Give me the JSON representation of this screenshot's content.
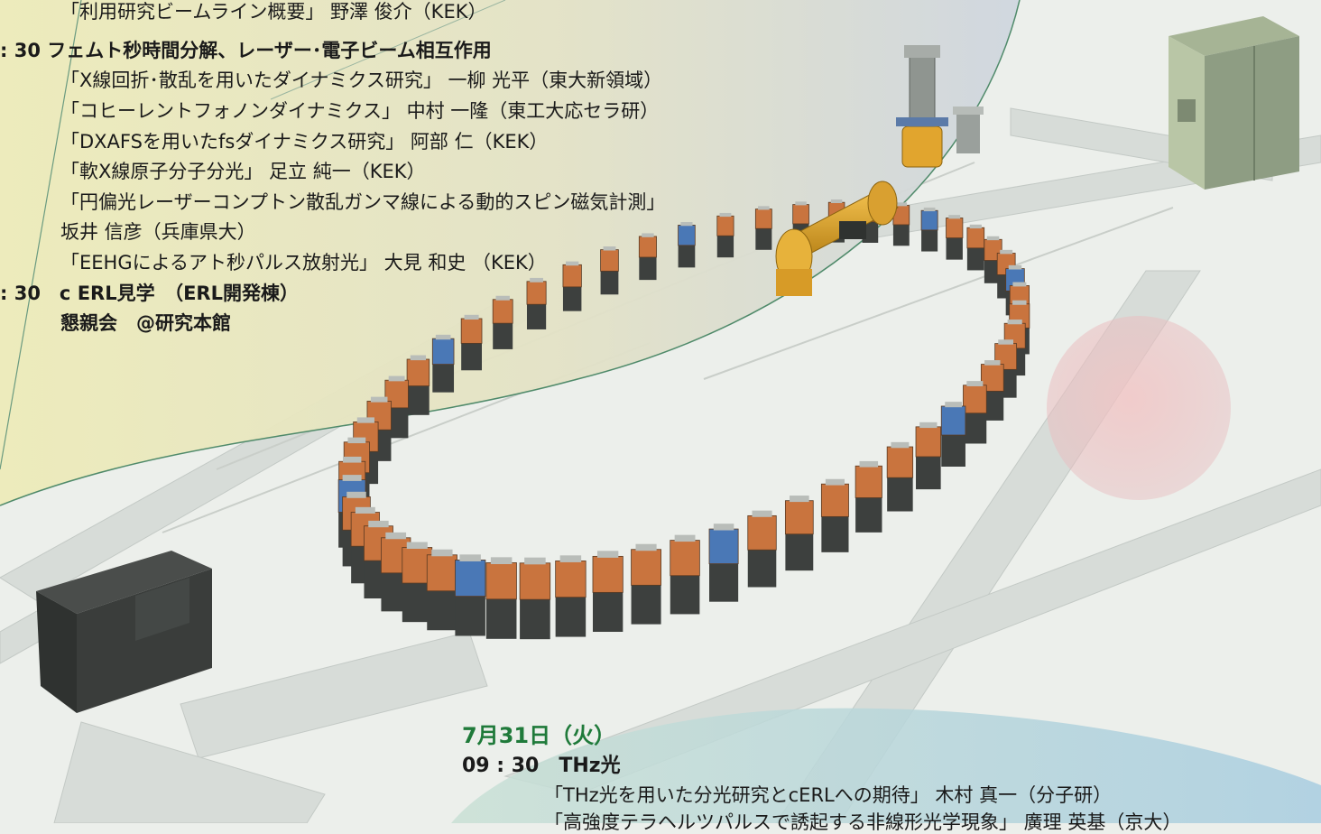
{
  "schedule_top": [
    {
      "text": "「利用研究ビームライン概要」 野澤 俊介（KEK）",
      "bold": false
    },
    {
      "text": ": 30 フェムト秒時間分解、レーザー･電子ビーム相互作用",
      "bold": true
    },
    {
      "text": "「X線回折･散乱を用いたダイナミクス研究」 一柳 光平（東大新領域）",
      "bold": false
    },
    {
      "text": "「コヒーレントフォノンダイナミクス」 中村 一隆（東工大応セラ研）",
      "bold": false
    },
    {
      "text": "「DXAFSを用いたfsダイナミクス研究」 阿部 仁（KEK）",
      "bold": false
    },
    {
      "text": "「軟X線原子分子分光」 足立 純一（KEK）",
      "bold": false
    },
    {
      "text": "「円偏光レーザーコンプトン散乱ガンマ線による動的スピン磁気計測」",
      "bold": false
    },
    {
      "text": "坂井 信彦（兵庫県大）",
      "bold": false
    },
    {
      "text": "「EEHGによるアト秒パルス放射光」 大見 和史 （KEK）",
      "bold": false
    },
    {
      "text": ": 30　c ERL見学　（ERL開発棟）",
      "bold": true
    },
    {
      "text": "懇親会　@研究本館",
      "bold": true
    }
  ],
  "day2": {
    "date": "7月31日（火）",
    "session": "09 : 30　THz光",
    "talks": [
      "「THz光を用いた分光研究とcERLへの期待」 木村 真一（分子研）",
      "「高強度テラヘルツパルスで誘起する非線形光学現象」 廣理 英基（京大）"
    ]
  },
  "colors": {
    "date_green": "#1f7a3a",
    "cryo_yellow": "#e0a52b",
    "magnet_blue": "#4a78b6",
    "quad_orange": "#c9743e"
  }
}
